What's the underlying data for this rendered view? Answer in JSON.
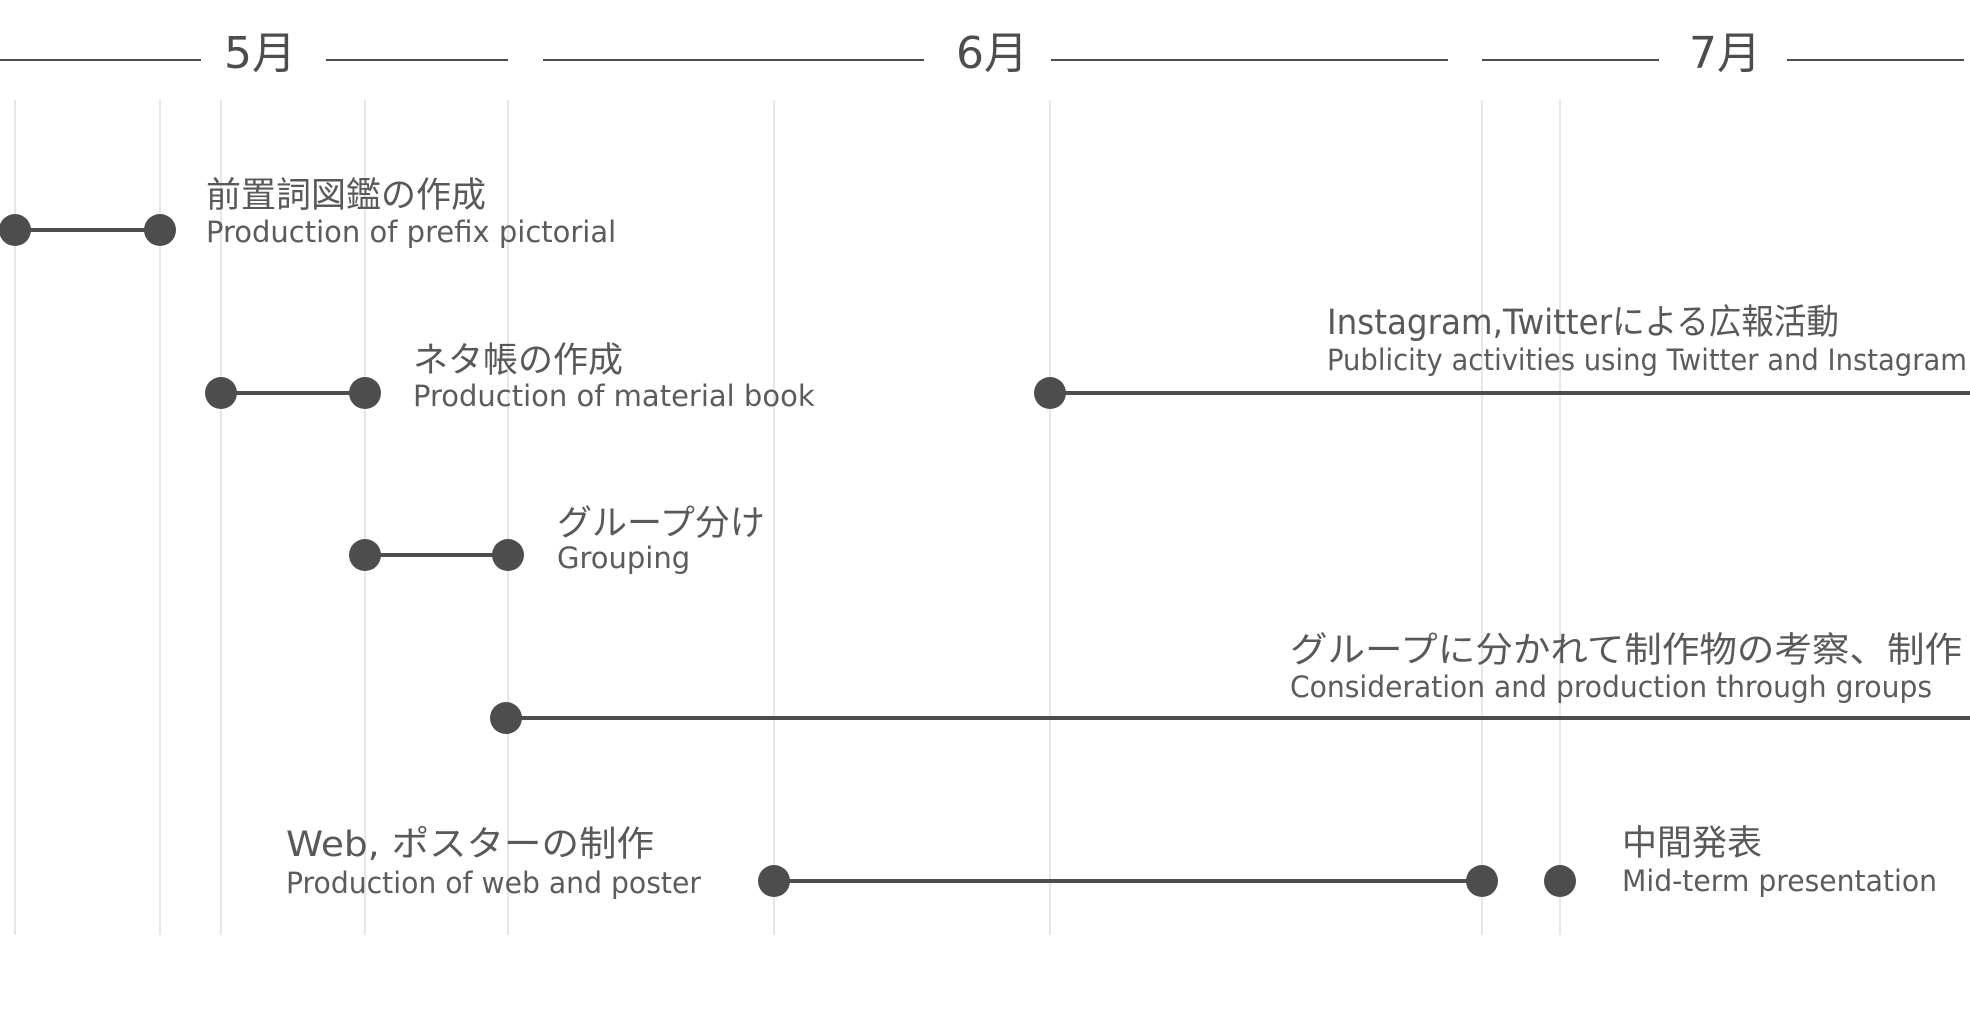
{
  "colors": {
    "primary": "#4d4d4d",
    "gridline": "#e6e6e6",
    "text": "#5a5a5a",
    "background": "#ffffff"
  },
  "months": [
    "5月",
    "6月",
    "7月"
  ],
  "tasks": [
    {
      "title_ja": "前置詞図鑑の作成",
      "title_en": "Production of prefix pictorial"
    },
    {
      "title_ja": "ネタ帳の作成",
      "title_en": "Production of material book"
    },
    {
      "title_ja": "グループ分け",
      "title_en": "Grouping"
    },
    {
      "title_ja": "Instagram,Twitterによる広報活動",
      "title_en": "Publicity activities using Twitter and Instagram"
    },
    {
      "title_ja": "グループに分かれて制作物の考察、制作",
      "title_en": "Consideration and production through groups"
    },
    {
      "title_ja": "Web, ポスターの制作",
      "title_en": "Production of web and poster"
    },
    {
      "title_ja": "中間発表",
      "title_en": "Mid-term presentation"
    }
  ]
}
